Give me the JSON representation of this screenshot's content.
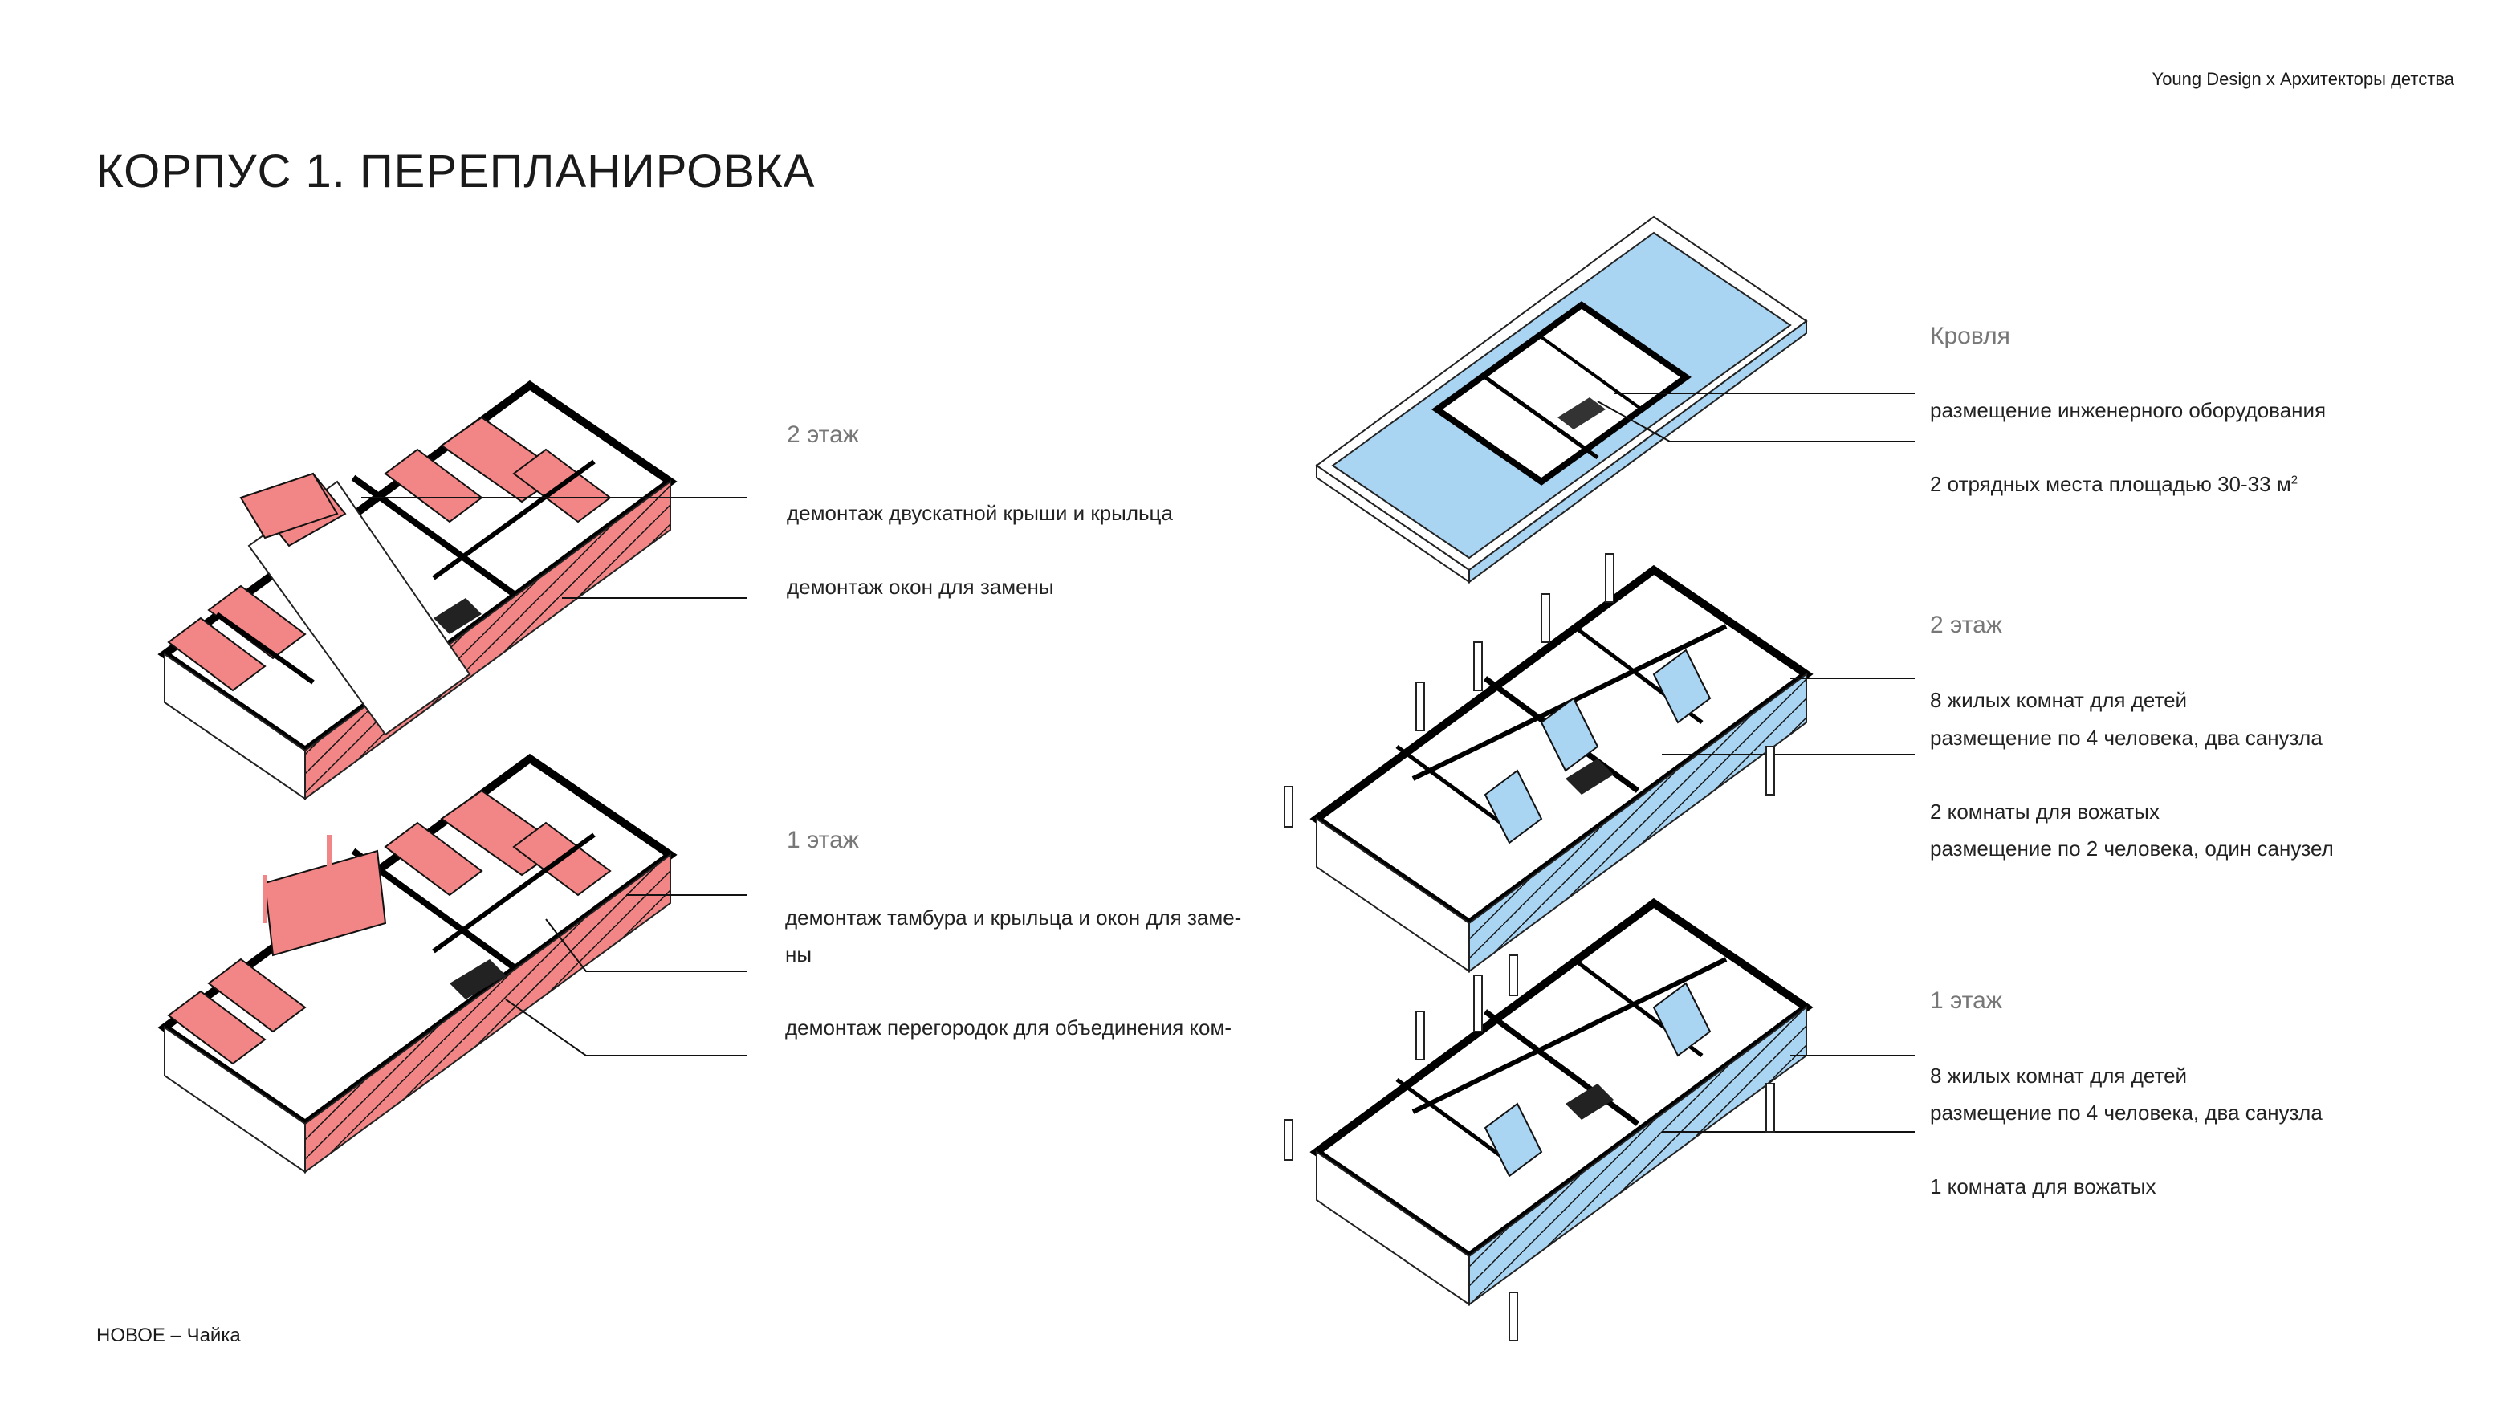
{
  "header": {
    "brand": "Young Design x Архитекторы детства"
  },
  "title": "КОРПУС 1. ПЕРЕПЛАНИРОВКА",
  "footer": "НОВОЕ – Чайка",
  "colors": {
    "demolition": "#f28585",
    "new": "#a9d4f2",
    "wall": "#000000"
  },
  "demolition": {
    "floor2": {
      "label": "2 этаж",
      "notes": [
        "демонтаж двускатной крыши и крыльца",
        "демонтаж окон для замены"
      ]
    },
    "floor1": {
      "label": "1 этаж",
      "notes": [
        "демонтаж тамбура и крыльца и окон для заме-",
        "ны",
        "демонтаж перегородок для объединения ком-"
      ]
    }
  },
  "new_plan": {
    "roof": {
      "label": "Кровля",
      "notes": [
        "размещение инженерного оборудования",
        "2 отрядных места площадью 30-33 м"
      ],
      "sup": "2"
    },
    "floor2": {
      "label": "2 этаж",
      "notes": [
        "8 жилых комнат для детей",
        "размещение по 4 человека, два санузла",
        "2 комнаты для вожатых",
        "размещение по 2 человека, один санузел"
      ]
    },
    "floor1": {
      "label": "1 этаж",
      "notes": [
        "8 жилых комнат для детей",
        "размещение по 4 человека, два санузла",
        "1 комната для вожатых"
      ]
    }
  }
}
